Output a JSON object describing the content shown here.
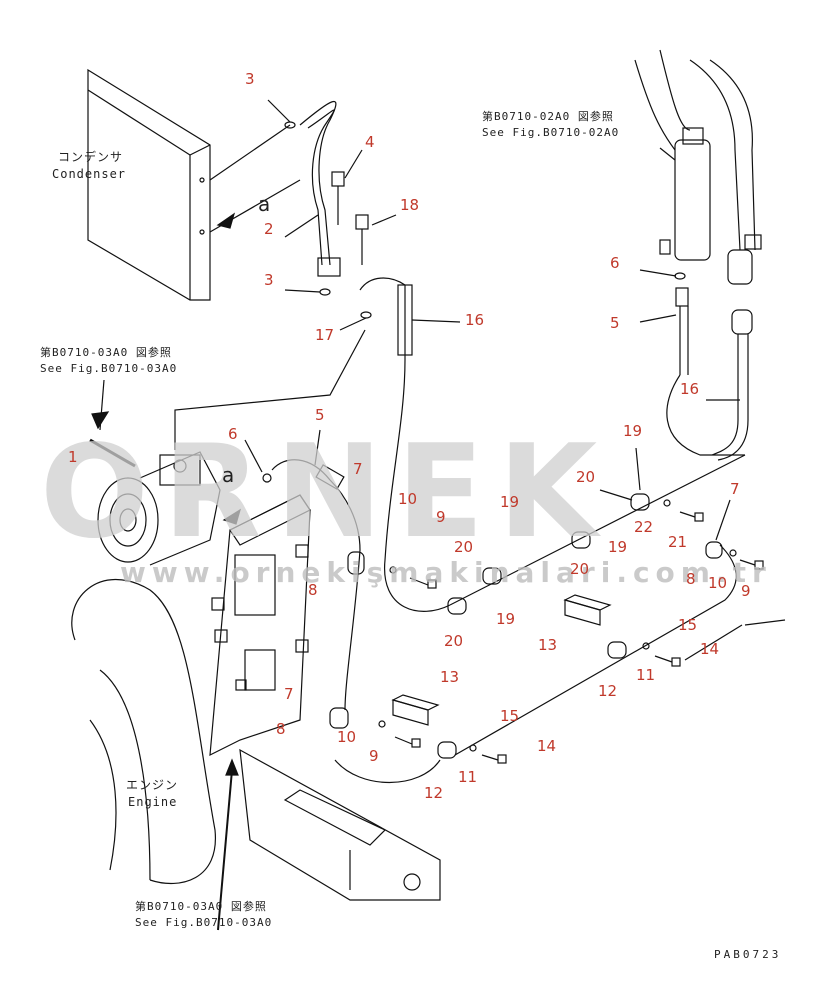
{
  "labels": {
    "condenser_jp": "コンデンサ",
    "condenser_en": "Condenser",
    "engine_jp": "エンジン",
    "engine_en": "Engine",
    "view_a_1": "a",
    "view_a_2": "a",
    "drawing_code": "PAB0723"
  },
  "references": {
    "ref1_jp": "第B0710-02A0 図参照",
    "ref1_en": "See Fig.B0710-02A0",
    "ref2_jp": "第B0710-03A0 図参照",
    "ref2_en": "See Fig.B0710-03A0",
    "ref3_jp": "第B0710-03A0 図参照",
    "ref3_en": "See Fig.B0710-03A0"
  },
  "watermark": {
    "brand": "ORNEK",
    "url": "www.ornekişmakinalari.com.tr"
  },
  "callouts": {
    "c1": "1",
    "c2": "2",
    "c3a": "3",
    "c3b": "3",
    "c4": "4",
    "c5a": "5",
    "c5b": "5",
    "c6a": "6",
    "c6b": "6",
    "c7a": "7",
    "c7b": "7",
    "c7c": "7",
    "c8a": "8",
    "c8b": "8",
    "c8c": "8",
    "c9a": "9",
    "c9b": "9",
    "c9c": "9",
    "c10a": "10",
    "c10b": "10",
    "c10c": "10",
    "c11a": "11",
    "c11b": "11",
    "c12a": "12",
    "c12b": "12",
    "c13a": "13",
    "c13b": "13",
    "c14a": "14",
    "c14b": "14",
    "c15a": "15",
    "c15b": "15",
    "c16a": "16",
    "c16b": "16",
    "c17": "17",
    "c18": "18",
    "c19a": "19",
    "c19b": "19",
    "c19c": "19",
    "c19d": "19",
    "c20a": "20",
    "c20b": "20",
    "c20c": "20",
    "c20d": "20",
    "c21": "21",
    "c22": "22"
  },
  "colors": {
    "callout": "#c0392b",
    "line": "#111111",
    "watermark": "#cfcfcf"
  }
}
